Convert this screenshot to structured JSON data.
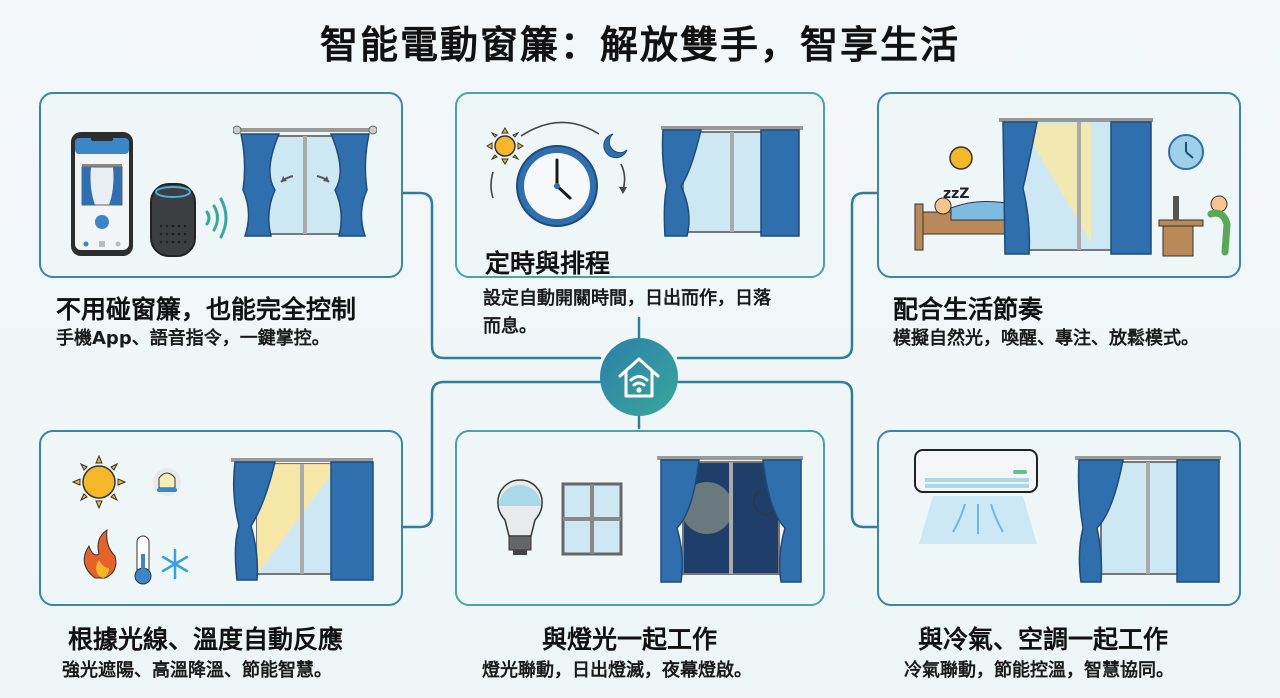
{
  "title": "智能電動窗簾：解放雙手，智享生活",
  "colors": {
    "panel_border": "#3b86a0",
    "connector": "#2f7d96",
    "curtain": "#2f6fae",
    "hub_gradient_start": "#2b7fa8",
    "hub_gradient_end": "#3aa79c",
    "sun": "#f4b62a",
    "glass": "#cde8f3"
  },
  "hub": {
    "icon": "smart-home-wifi-icon"
  },
  "features": [
    {
      "heading": "不用碰窗簾，也能完全控制",
      "desc": "手機App、語音指令，一鍵掌控。",
      "icons": [
        "smartphone-app-icon",
        "smart-speaker-icon",
        "voice-waves-icon",
        "curtain-window-icon"
      ]
    },
    {
      "heading": "定時與排程",
      "desc_line1": "設定自動開關時間，日出而作，日落",
      "desc_line2": "而息。",
      "icons": [
        "sun-icon",
        "clock-icon",
        "moon-icon",
        "curtain-window-icon"
      ]
    },
    {
      "heading": "配合生活節奏",
      "desc": "模擬自然光，喚醒、專注、放鬆模式。",
      "icons": [
        "sun-icon",
        "sleeping-person-icon",
        "curtain-window-icon",
        "wall-clock-icon",
        "person-at-desk-icon"
      ],
      "sleep_text": "zzZ"
    },
    {
      "heading": "根據光線、溫度自動反應",
      "desc": "強光遮陽、高溫降溫、節能智慧。",
      "icons": [
        "sun-icon",
        "light-sensor-icon",
        "flame-icon",
        "thermometer-icon",
        "snowflake-icon",
        "curtain-window-icon"
      ]
    },
    {
      "heading": "與燈光一起工作",
      "desc": "燈光聯動，日出燈滅，夜幕燈啟。",
      "icons": [
        "light-bulb-icon",
        "window-icon",
        "night-curtain-window-icon"
      ]
    },
    {
      "heading": "與冷氣、空調一起工作",
      "desc": "冷氣聯動，節能控溫，智慧協同。",
      "icons": [
        "air-conditioner-icon",
        "curtain-window-icon"
      ]
    }
  ]
}
